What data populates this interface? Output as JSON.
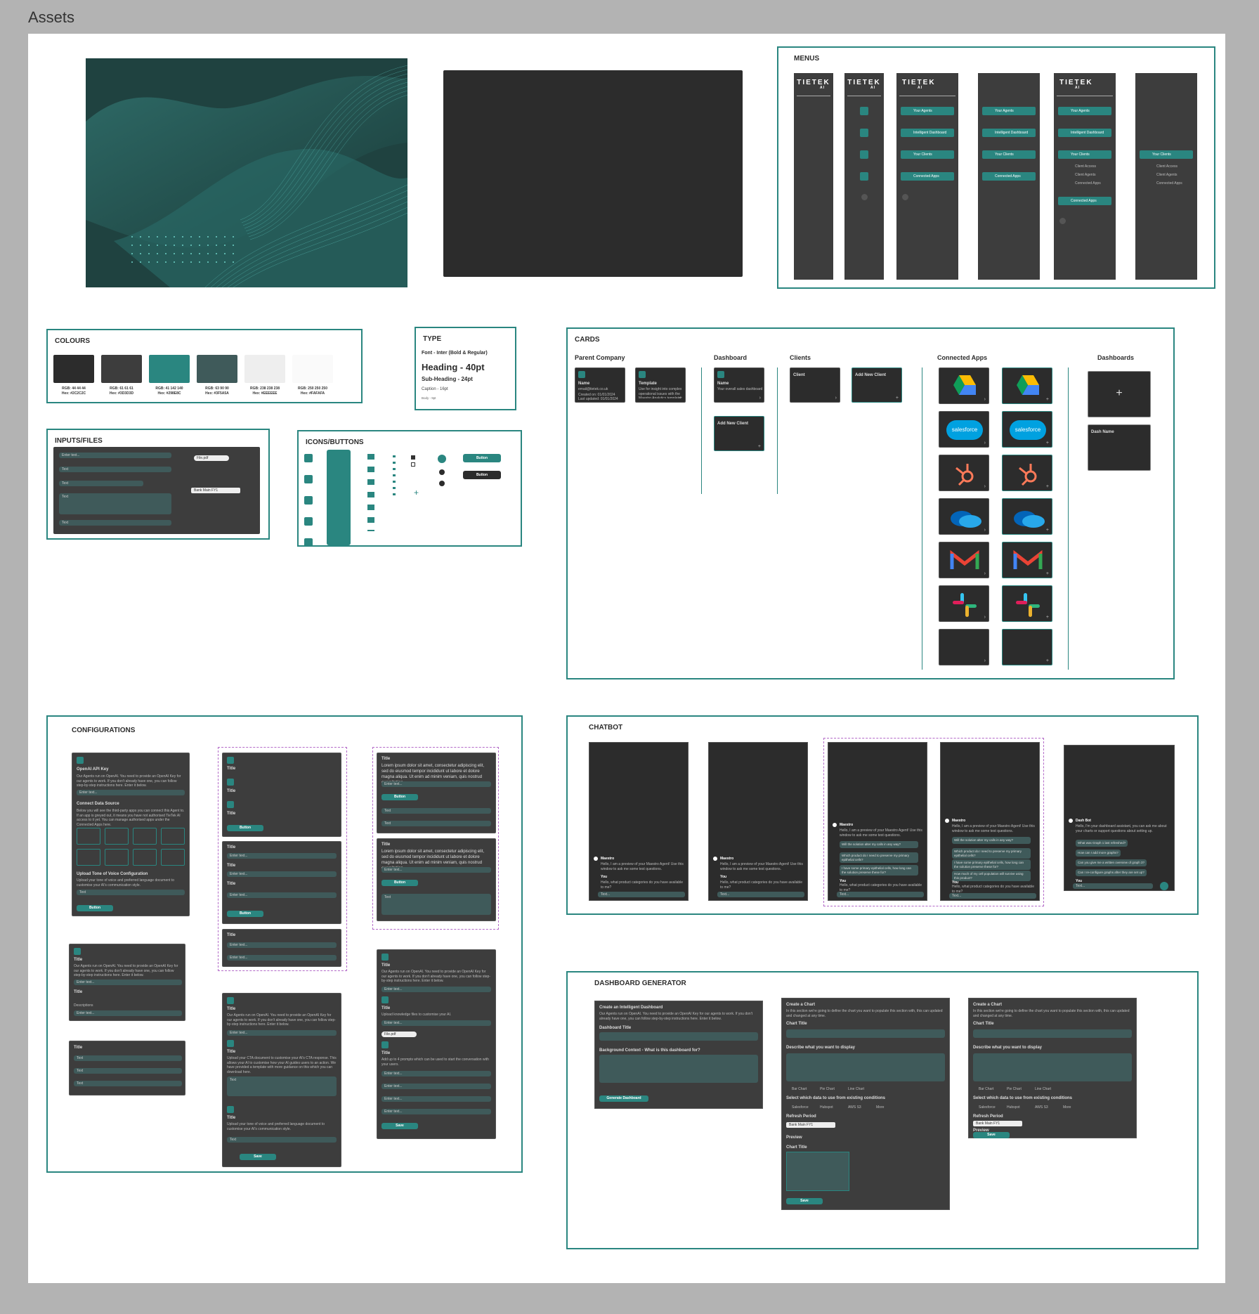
{
  "page": {
    "title": "Assets"
  },
  "colors": {
    "accent": "#2A8680",
    "dark": "#2C2C2C",
    "darker": "#3D3D3D",
    "slate": "#3F5A5A",
    "light": "#EEEEEE",
    "lightest": "#FAFAFA"
  },
  "menus": {
    "title": "MENUS",
    "logo": "TIETEK",
    "logo_sub": "AI",
    "items": {
      "agents": "Your Agents",
      "dashboard": "Intelligent Dashboard",
      "clients": "Your Clients",
      "apps": "Connected Apps"
    },
    "sub_items": {
      "access": "Client Access",
      "agents": "Client Agents",
      "apps": "Connected Apps"
    }
  },
  "colours": {
    "title": "COLOURS",
    "swatches": [
      {
        "rgb": "RGB: 44 44 44",
        "hex": "Hex: #2C2C2C",
        "color": "#2C2C2C"
      },
      {
        "rgb": "RGB: 61 61 61",
        "hex": "Hex: #3D3D3D",
        "color": "#3D3D3D"
      },
      {
        "rgb": "RGB: 41 142 140",
        "hex": "Hex: #298E8C",
        "color": "#2A8680"
      },
      {
        "rgb": "RGB: 63 90 90",
        "hex": "Hex: #3F5A5A",
        "color": "#3F5A5A"
      },
      {
        "rgb": "RGB: 238 238 238",
        "hex": "Hex: #EEEEEE",
        "color": "#EEEEEE"
      },
      {
        "rgb": "RGB: 250 250 250",
        "hex": "Hex: #FAFAFA",
        "color": "#FAFAFA"
      }
    ]
  },
  "type": {
    "title": "TYPE",
    "font": "Font - Inter (Bold & Regular)",
    "heading": "Heading - 40pt",
    "subheading": "Sub-Heading - 24pt",
    "caption": "Caption - 16pt",
    "body": "Body - 9pt"
  },
  "inputs": {
    "title": "INPUTS/FILES",
    "enter_text": "Enter text...",
    "text": "Text",
    "file": "File.pdf",
    "select": "Bank Main FY1"
  },
  "icons": {
    "title": "ICONS/BUTTONS",
    "button": "Button"
  },
  "cards": {
    "title": "CARDS",
    "parent_company": "Parent Company",
    "dashboard": "Dashboard",
    "clients": "Clients",
    "connected_apps": "Connected Apps",
    "dashboards": "Dashboards",
    "name": "Name",
    "email": "email@tietek.co.uk",
    "created": "Created on: 01/01/2024",
    "updated": "Last updated: 01/01/2024",
    "template": "Template",
    "template_desc": "Use for insight into complex operational issues with the Maestro Analytics template",
    "dash_desc": "Your overall sales dashboard",
    "add_client": "Add New Client",
    "client": "Client",
    "dash_name": "Dash Name",
    "salesforce": "salesforce",
    "plus": "+"
  },
  "config": {
    "title": "CONFIGURATIONS",
    "openai": "OpenAI API Key",
    "openai_desc": "Our Agents run on OpenAI. You need to provide an OpenAI Key for our agents to work. If you don't already have one, you can follow step-by-step instructions here. Enter it below.",
    "data_source": "Connect Data Source",
    "data_source_desc": "Below you will see the third-party apps you can connect this Agent to. If an app is greyed out, it means you have not authorised TieTek AI access to it yet. You can manage authorised apps under the Connected Apps here.",
    "tone": "Upload Tone of Voice Configuration",
    "tone_desc": "Upload your tone of voice and preferred language document to customise your AI's communication style.",
    "item_title": "Title",
    "descriptions": "Descriptions",
    "lorem": "Lorem ipsum dolor sit amet, consectetur adipiscing elit, sed do eiusmod tempor incididunt ut labore et dolore magna aliqua. Ut enim ad minim veniam, quis nostrud exercitation.",
    "knowledge": "Upload knowledge files to customise your AI.",
    "prompts": "Add up to 4 prompts which can be used to start the conversation with your users.",
    "cta": "Upload your CTA document to customise your AI's CTA response. This allows your AI to customise how your AI guides users to an action. We have provided a template with more guidance on this which you can download here.",
    "save": "Save",
    "button": "Button",
    "enter_text": "Enter text...",
    "text": "Text",
    "file": "File.pdf"
  },
  "chatbot": {
    "title": "CHATBOT",
    "bot": "Maestro",
    "bot_msg": "Hello, I am a preview of your Maestro Agent! Use this window to ask me some test questions.",
    "you": "You",
    "you_msg": "Hello, what product categories do you have available to me?",
    "q1": "Will the solution alter my calls in any way?",
    "q2": "Which product do I need to preserve my primary epithelial cells?",
    "q3": "I have some primary epithelial cells, how long can the solution preserve these for?",
    "q4": "How much of my cell population will survive using this product?",
    "dash_bot": "Dash Bot",
    "dash_msg": "Hello, I'm your dashboard assistant, you can ask me about your charts or support questions about setting up.",
    "d1": "What was Graph 1 last refreshed?",
    "d2": "How can I add more graphs?",
    "d3": "Can you give me a written overview of graph 3?",
    "d4": "Can I re-configure graphs after they are set up?",
    "text": "Text..."
  },
  "dashgen": {
    "title": "DASHBOARD GENERATOR",
    "create_dash": "Create an Intelligent Dashboard",
    "create_desc": "Our Agents run on OpenAI. You need to provide an OpenAI Key for our agents to work. If you don't already have one, you can follow step-by-step instructions here. Enter it below.",
    "dash_title": "Dashboard Title",
    "bg_context": "Background Context - What is this dashboard for?",
    "generate": "Generate Dashboard",
    "create_chart": "Create a Chart",
    "chart_desc": "In this section we're going to define the chart you want to populate this section with, this can updated and changed at any time.",
    "chart_title": "Chart Title",
    "describe": "Describe what you want to display",
    "bar": "Bar Chart",
    "pie": "Pie Chart",
    "line": "Line Chart",
    "select_data": "Select which data to use from existing conditions",
    "salesforce": "Salesforce",
    "hubspot": "Hubspot",
    "aws": "AWS S3",
    "more": "More",
    "refresh": "Refresh Period",
    "refresh_val": "Bank Main FY1",
    "preview": "Preview",
    "save": "Save"
  }
}
